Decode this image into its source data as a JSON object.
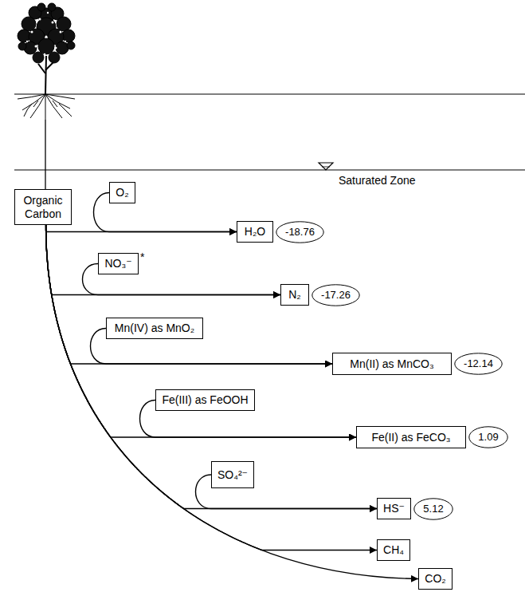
{
  "diagram": {
    "nodes": [
      {
        "text": [
          "Organic Carbon"
        ]
      },
      {
        "text": [
          "O₂"
        ]
      },
      {
        "text": [
          "H₂O"
        ]
      },
      {
        "text": [
          "-18.76"
        ]
      },
      {
        "text": [
          "NO₃⁻"
        ]
      },
      {
        "text": [
          "N₂"
        ]
      },
      {
        "text": [
          "-17.26"
        ]
      },
      {
        "text": [
          "Mn(IV) as MnO₂"
        ]
      },
      {
        "text": [
          "Mn(II) as MnCO₃"
        ]
      },
      {
        "text": [
          "-12.14"
        ]
      },
      {
        "text": [
          "Fe(III) as FeOOH"
        ]
      },
      {
        "text": [
          "Fe(II) as FeCO₃"
        ]
      },
      {
        "text": [
          "1.09"
        ]
      },
      {
        "text": [
          "SO₄²⁻"
        ]
      },
      {
        "text": [
          "HS⁻"
        ]
      },
      {
        "text": [
          "5.12"
        ]
      },
      {
        "text": [
          "CH₄"
        ]
      },
      {
        "text": [
          "CO₂"
        ]
      }
    ],
    "edges": [
      {
        "from": 0,
        "to": 2,
        "arrow": "to"
      },
      {
        "from": 1,
        "to": 2,
        "arrow": "to"
      },
      {
        "from": 0,
        "to": 5,
        "arrow": "to"
      },
      {
        "from": 4,
        "to": 5,
        "arrow": "to"
      },
      {
        "from": 0,
        "to": 8,
        "arrow": "to"
      },
      {
        "from": 7,
        "to": 8,
        "arrow": "to"
      },
      {
        "from": 0,
        "to": 11,
        "arrow": "to"
      },
      {
        "from": 10,
        "to": 11,
        "arrow": "to"
      },
      {
        "from": 0,
        "to": 14,
        "arrow": "to"
      },
      {
        "from": 13,
        "to": 14,
        "arrow": "to"
      },
      {
        "from": 0,
        "to": 16,
        "arrow": "to"
      },
      {
        "from": 0,
        "to": 17,
        "arrow": "to"
      }
    ],
    "labels": [
      "Saturated Zone",
      "*"
    ]
  }
}
